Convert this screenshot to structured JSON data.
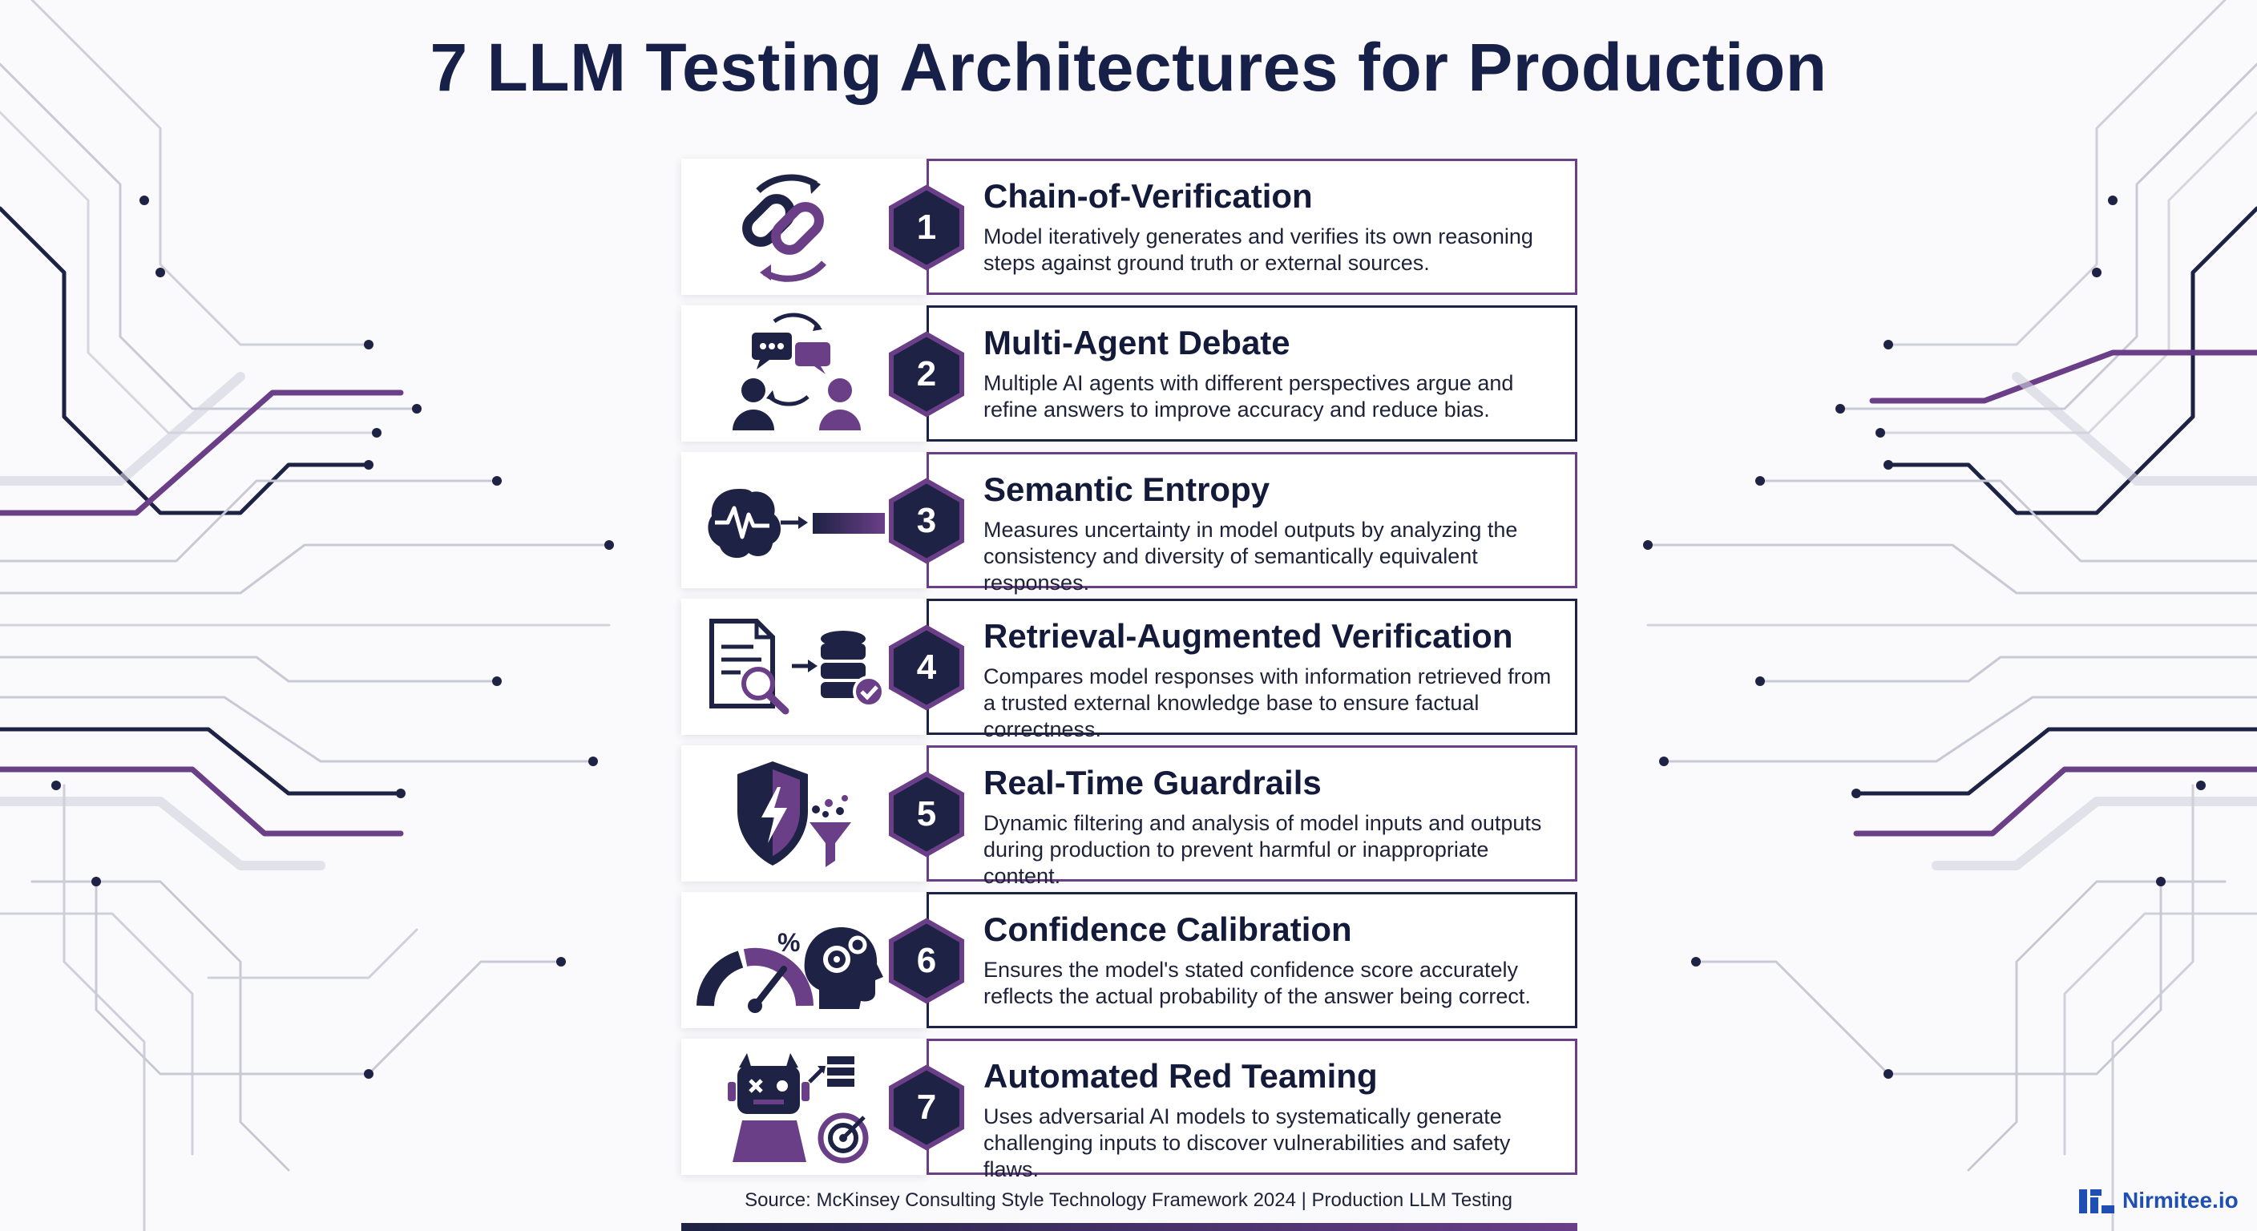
{
  "title": "7 LLM Testing Architectures for Production",
  "architectures": [
    {
      "number": "1",
      "title": "Chain-of-Verification",
      "description": "Model iteratively generates and verifies its own reasoning steps against ground truth or external sources.",
      "icon": "chain-link-cycle-icon"
    },
    {
      "number": "2",
      "title": "Multi-Agent Debate",
      "description": "Multiple AI agents with different perspectives argue and refine answers to improve accuracy and reduce bias.",
      "icon": "agents-debate-icon"
    },
    {
      "number": "3",
      "title": "Semantic Entropy",
      "description": "Measures uncertainty in model outputs by analyzing the consistency and diversity of semantically equivalent responses.",
      "icon": "brain-entropy-icon"
    },
    {
      "number": "4",
      "title": "Retrieval-Augmented Verification",
      "description": "Compares model responses with information retrieved from a trusted external knowledge base to ensure factual correctness.",
      "icon": "document-database-check-icon"
    },
    {
      "number": "5",
      "title": "Real-Time Guardrails",
      "description": "Dynamic filtering and analysis of model inputs and outputs during production to prevent harmful or inappropriate content.",
      "icon": "shield-filter-icon"
    },
    {
      "number": "6",
      "title": "Confidence Calibration",
      "description": "Ensures the model's stated confidence score accurately reflects the actual probability of the answer being correct.",
      "icon": "gauge-head-icon"
    },
    {
      "number": "7",
      "title": "Automated Red Teaming",
      "description": "Uses adversarial AI models to systematically generate challenging inputs to discover vulnerabilities and safety flaws.",
      "icon": "robot-target-icon"
    }
  ],
  "source": "Source: McKinsey Consulting Style Technology Framework 2024 | Production LLM Testing",
  "logo": {
    "text": "Nirmitee.io"
  },
  "colors": {
    "navy": "#1e2244",
    "purple": "#6a3f88",
    "accent_blue": "#1f4fb3"
  }
}
